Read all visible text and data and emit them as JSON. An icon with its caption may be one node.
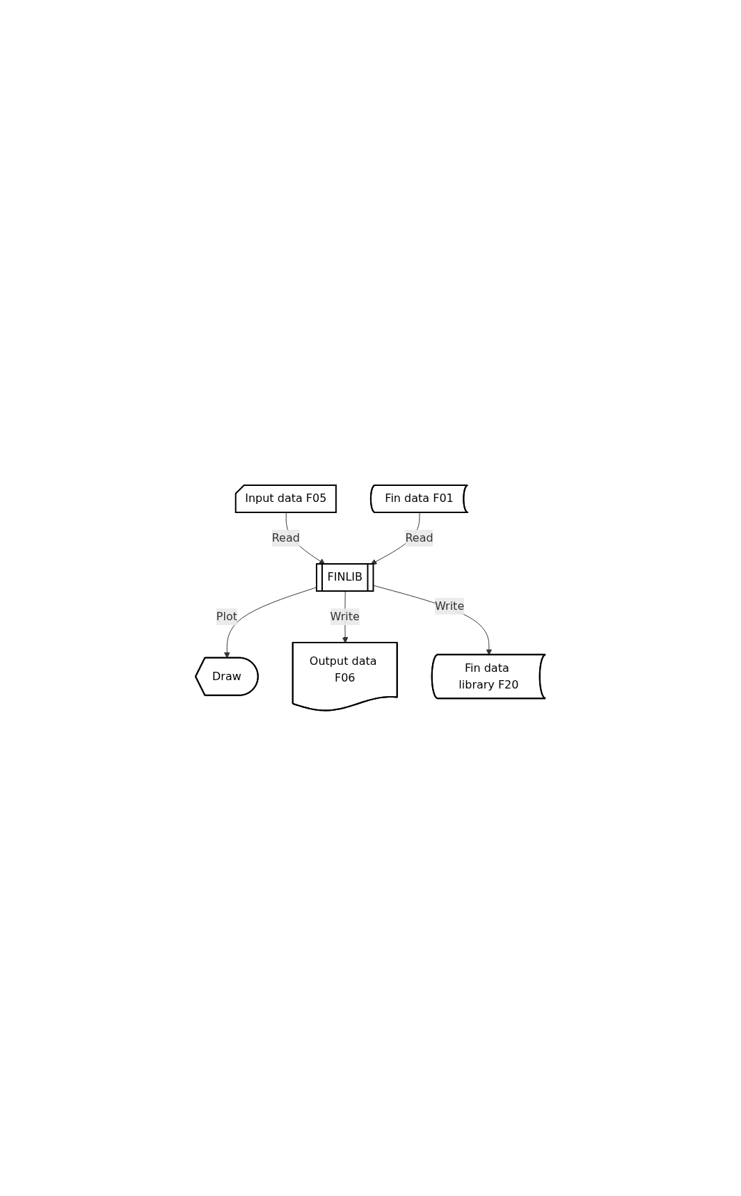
{
  "diagram": {
    "nodes": [
      {
        "text": [
          "Input data F05"
        ]
      },
      {
        "text": [
          "Fin data F01"
        ]
      },
      {
        "text": [
          "FINLIB"
        ]
      },
      {
        "text": [
          "Draw"
        ]
      },
      {
        "text": [
          "Output data F06"
        ]
      },
      {
        "text": [
          "Fin data library F20"
        ]
      }
    ],
    "edges": [
      {
        "from": 0,
        "to": 2,
        "arrow": "to",
        "label": "Read"
      },
      {
        "from": 1,
        "to": 2,
        "arrow": "to",
        "label": "Read"
      },
      {
        "from": 2,
        "to": 3,
        "arrow": "to",
        "label": "Plot"
      },
      {
        "from": 2,
        "to": 4,
        "arrow": "to",
        "label": "Write"
      },
      {
        "from": 2,
        "to": 5,
        "arrow": "to",
        "label": "Write"
      }
    ]
  }
}
